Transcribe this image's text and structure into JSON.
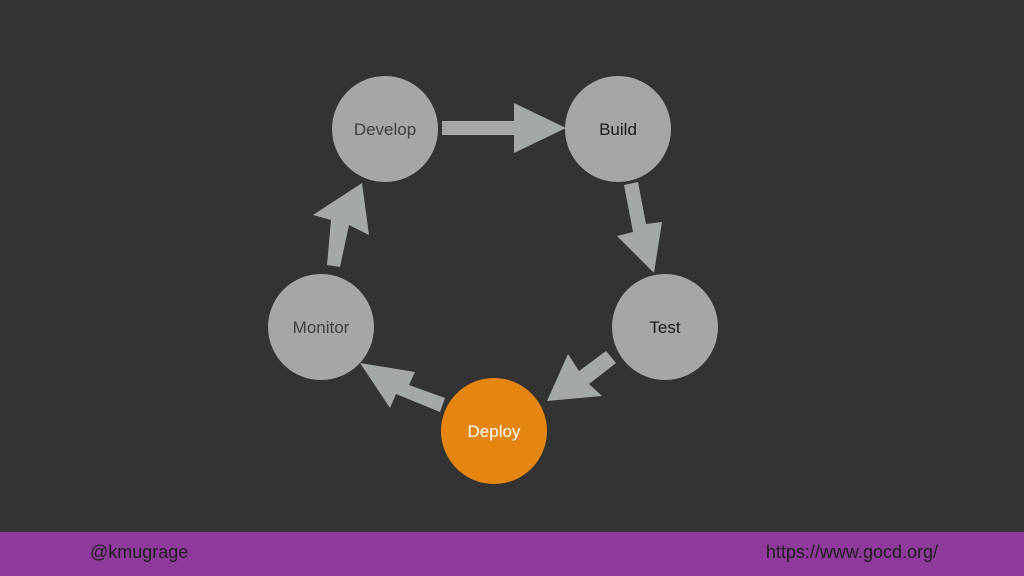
{
  "diagram": {
    "stages": [
      {
        "id": "develop",
        "label": "Develop",
        "active": false
      },
      {
        "id": "build",
        "label": "Build",
        "active": false
      },
      {
        "id": "test",
        "label": "Test",
        "active": false
      },
      {
        "id": "deploy",
        "label": "Deploy",
        "active": true
      },
      {
        "id": "monitor",
        "label": "Monitor",
        "active": false
      }
    ],
    "edges": [
      {
        "from": "develop",
        "to": "build"
      },
      {
        "from": "build",
        "to": "test"
      },
      {
        "from": "test",
        "to": "deploy"
      },
      {
        "from": "deploy",
        "to": "monitor"
      },
      {
        "from": "monitor",
        "to": "develop"
      }
    ]
  },
  "colors": {
    "background": "#333333",
    "node": "#a6a6a6",
    "node_active": "#e58612",
    "arrow": "#a5a8a8",
    "footer": "#8e3a9a",
    "label_dark": "#404040",
    "label_black": "#1a1a1a",
    "label_light": "#ffffff"
  },
  "footer": {
    "handle": "@kmugrage",
    "url": "https://www.gocd.org/"
  }
}
